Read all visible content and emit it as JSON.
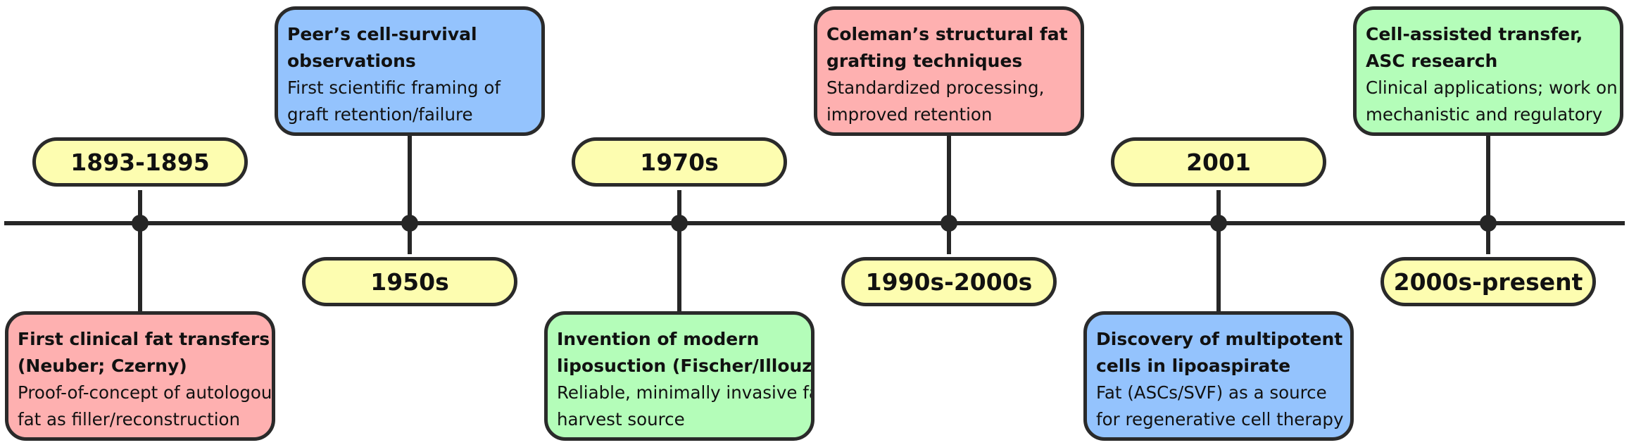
{
  "colors": {
    "red": "#feb0b0",
    "blue": "#94c3fd",
    "green": "#b4fdb9",
    "date_fill": "#fdfdb0",
    "line": "#262626"
  },
  "events": [
    {
      "date": "1893-1895",
      "title_lines": [
        "First clinical fat transfers",
        "(Neuber; Czerny)"
      ],
      "desc_lines": [
        "Proof-of-concept of autologous",
        "fat as filler/reconstruction"
      ],
      "color": "#feb0b0"
    },
    {
      "date": "1950s",
      "title_lines": [
        "Peer’s cell-survival",
        "observations"
      ],
      "desc_lines": [
        "First scientific framing of",
        "graft retention/failure"
      ],
      "color": "#94c3fd"
    },
    {
      "date": "1970s",
      "title_lines": [
        "Invention of modern",
        "liposuction (Fischer/Illouz)"
      ],
      "desc_lines": [
        "Reliable, minimally invasive fat",
        "harvest source"
      ],
      "color": "#b4fdb9"
    },
    {
      "date": "1990s-2000s",
      "title_lines": [
        "Coleman’s structural fat",
        "grafting techniques"
      ],
      "desc_lines": [
        "Standardized processing,",
        "improved retention"
      ],
      "color": "#feb0b0"
    },
    {
      "date": "2001",
      "title_lines": [
        "Discovery of multipotent",
        "cells in lipoaspirate"
      ],
      "desc_lines": [
        "Fat (ASCs/SVF) as a source",
        "for regenerative cell therapy"
      ],
      "color": "#94c3fd"
    },
    {
      "date": "2000s-present",
      "title_lines": [
        "Cell-assisted transfer,",
        "ASC research"
      ],
      "desc_lines": [
        "Clinical applications; work on",
        "mechanistic and regulatory"
      ],
      "color": "#b4fdb9"
    }
  ]
}
